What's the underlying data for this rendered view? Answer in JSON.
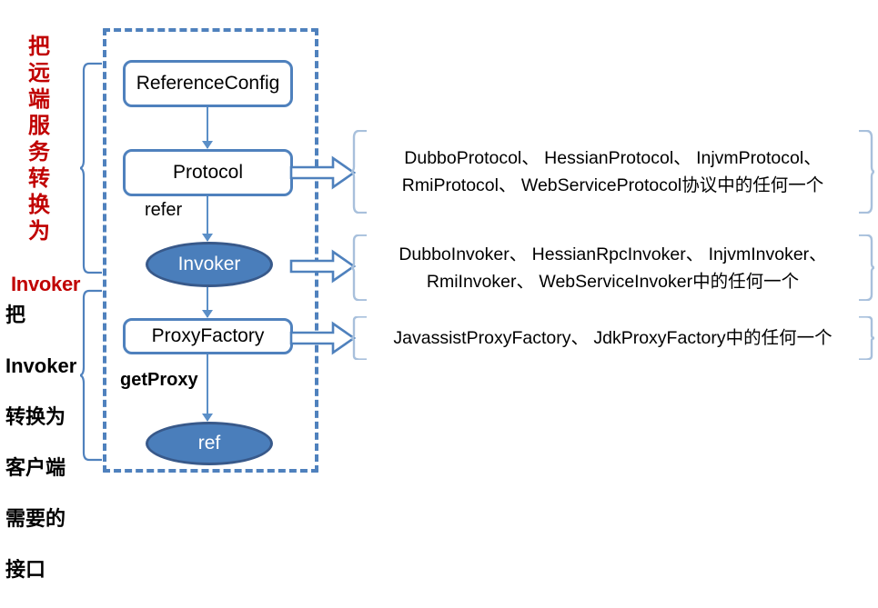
{
  "diagram": {
    "title": "Dubbo reference invocation flow",
    "colors": {
      "accent_blue": "#4F81BD",
      "ellipse_fill": "#4A7EBB",
      "ellipse_border": "#38598A",
      "connector_blue": "#5B8FC7",
      "annotation_red": "#C00000",
      "annotation_black": "#000000"
    }
  },
  "annotations": {
    "top": {
      "cjk": "把\n远\n端\n服\n务\n转\n换\n为",
      "latin": "Invoker"
    },
    "bottom": {
      "lines": [
        "把",
        "Invoker",
        "转换为",
        "客户端",
        "需要的",
        "接口"
      ]
    }
  },
  "nodes": [
    {
      "id": "reference-config",
      "label": "ReferenceConfig",
      "shape": "rect"
    },
    {
      "id": "protocol",
      "label": "Protocol",
      "shape": "rect"
    },
    {
      "id": "invoker",
      "label": "Invoker",
      "shape": "ellipse"
    },
    {
      "id": "proxy-factory",
      "label": "ProxyFactory",
      "shape": "rect"
    },
    {
      "id": "ref",
      "label": "ref",
      "shape": "ellipse"
    }
  ],
  "connector_labels": {
    "refer": "refer",
    "get_proxy": "getProxy"
  },
  "callouts": [
    {
      "id": "protocol-implementations",
      "line1": "DubboProtocol、 HessianProtocol、 InjvmProtocol、",
      "line2": "RmiProtocol、 WebServiceProtocol协议中的任何一个"
    },
    {
      "id": "invoker-implementations",
      "line1": "DubboInvoker、 HessianRpcInvoker、 InjvmInvoker、",
      "line2": "RmiInvoker、 WebServiceInvoker中的任何一个"
    },
    {
      "id": "proxy-factory-implementations",
      "line1": "JavassistProxyFactory、 JdkProxyFactory中的任何一个",
      "line2": ""
    }
  ]
}
